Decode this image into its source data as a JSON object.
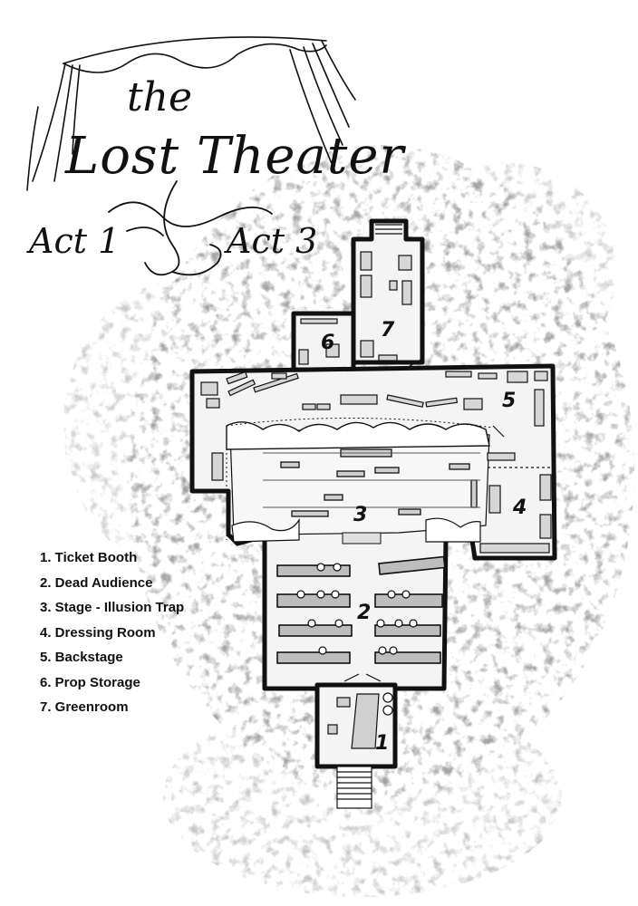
{
  "title": {
    "small": "the",
    "main": "Lost Theater",
    "act_left": "Act 1",
    "act_right": "Act 3"
  },
  "legend": [
    "1. Ticket Booth",
    "2. Dead Audience",
    "3. Stage - Illusion Trap",
    "4. Dressing Room",
    "5. Backstage",
    "6. Prop Storage",
    "7. Greenroom"
  ],
  "rooms": {
    "r1": "1",
    "r2": "2",
    "r3": "3",
    "r4": "4",
    "r5": "5",
    "r6": "6",
    "r7": "7"
  },
  "colors": {
    "ink": "#111111",
    "floor": "#f4f4f4",
    "splatter": "#9a9a9a",
    "seat": "#bdbdbd"
  }
}
